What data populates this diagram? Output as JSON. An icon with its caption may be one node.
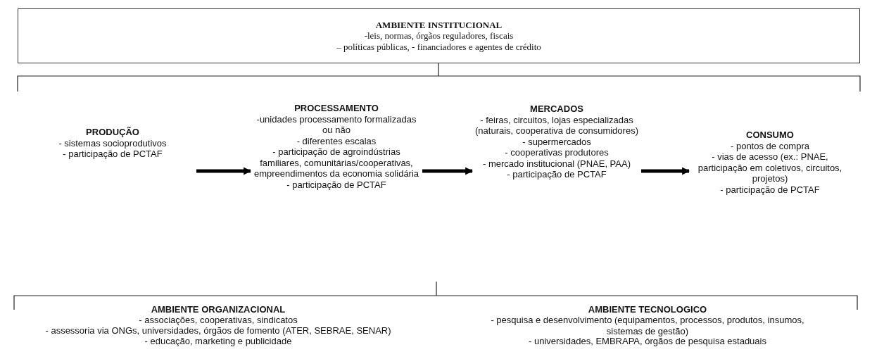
{
  "diagram": {
    "nodes": [
      {
        "text": [
          "AMBIENTE INSTITUCIONAL",
          "-leis, normas, órgãos reguladores, fiscais",
          "– políticas públicas, - financiadores e agentes de crédito"
        ]
      },
      {
        "text": [
          "PRODUÇÃO",
          "- sistemas socioprodutivos",
          "- participação de PCTAF"
        ]
      },
      {
        "text": [
          "PROCESSAMENTO",
          "-unidades processamento formalizadas ou não",
          "- diferentes escalas",
          "- participação de agroindústrias familiares, comunitárias/cooperativas, empreendimentos da economia solidária",
          "- participação de PCTAF"
        ]
      },
      {
        "text": [
          "MERCADOS",
          "- feiras, circuitos, lojas especializadas (naturais, cooperativa de consumidores)",
          "- supermercados",
          "- cooperativas produtores",
          "- mercado institucional (PNAE, PAA)",
          "- participação de PCTAF"
        ]
      },
      {
        "text": [
          "CONSUMO",
          "- pontos de compra",
          "- vias de acesso (ex.: PNAE, participação em coletivos, circuitos, projetos)",
          "- participação de PCTAF"
        ]
      }
    ],
    "edges": [
      {
        "from": 1,
        "to": 2,
        "arrow": "to"
      },
      {
        "from": 2,
        "to": 3,
        "arrow": "to"
      },
      {
        "from": 3,
        "to": 4,
        "arrow": "to"
      }
    ],
    "labels": [
      "AMBIENTE ORGANIZACIONAL",
      "- associações, cooperativas, sindicatos",
      "- assessoria via ONGs, universidades, órgãos de fomento (ATER, SEBRAE, SENAR)",
      "- educação, marketing e publicidade",
      "AMBIENTE TECNOLOGICO",
      "- pesquisa e desenvolvimento (equipamentos, processos, produtos, insumos, sistemas de gestão)",
      "- universidades, EMBRAPA, órgãos de pesquisa estaduais"
    ]
  }
}
